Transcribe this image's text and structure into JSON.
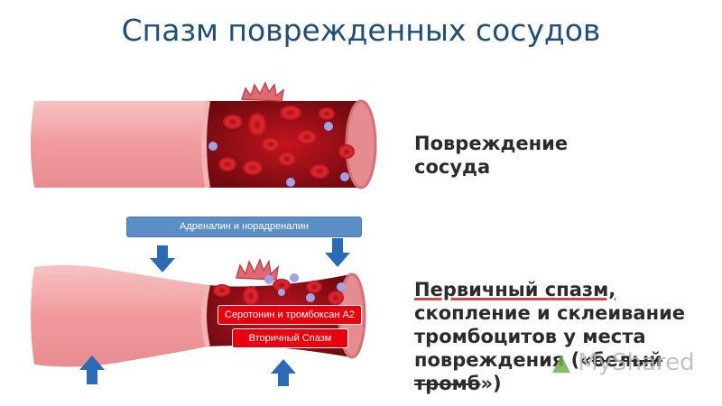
{
  "title": "Спазм поврежденных сосудов",
  "labels": {
    "damage": [
      "Повреждение",
      "сосуда"
    ],
    "primary": {
      "line1": "Первичный спазм,",
      "line2": "скопление и склеивание",
      "line3": "тромбоцитов у места",
      "line4_before": "повреждения («",
      "line4_strike": "белый тромб",
      "line4_after": "»)"
    }
  },
  "boxes": {
    "adrenaline": "Адреналин и норадреналин",
    "serotonin": "Серотонин и тромбоксан А2",
    "secondary": "Вторичный Спазм"
  },
  "watermark": "MyShared",
  "colors": {
    "title": "#1f4e79",
    "vessel_wall": "#f2a7a9",
    "vessel_inner": "#a3121e",
    "blood_cell": "#d6262e",
    "platelet": "#8a8fd6",
    "arrow": "#2b6bb5",
    "box_blue": "#5b8ec4",
    "box_red": "#e8000f"
  }
}
